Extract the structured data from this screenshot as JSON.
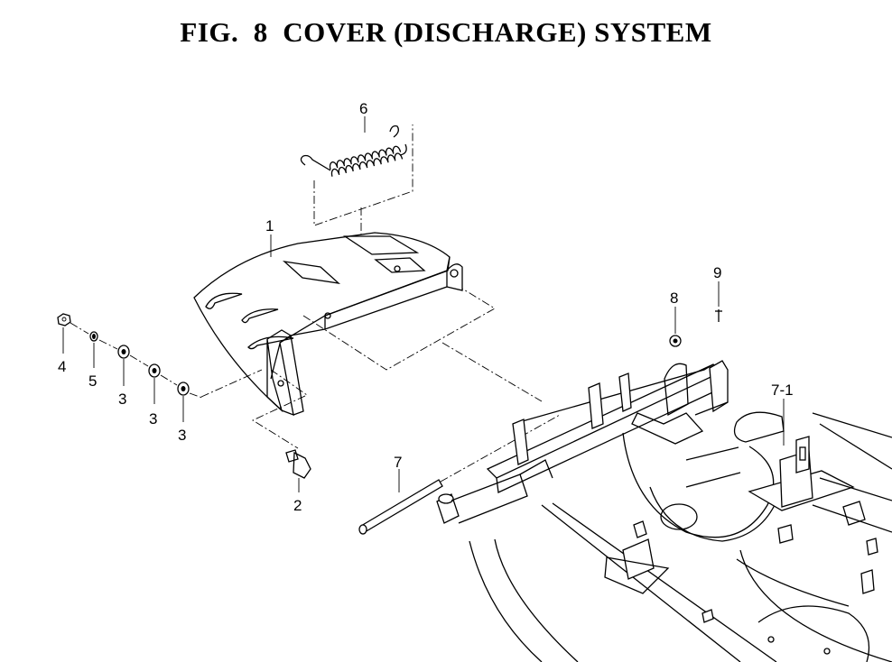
{
  "figure": {
    "title": "FIG.  8  COVER (DISCHARGE) SYSTEM"
  },
  "callouts": {
    "c1": "1",
    "c2": "2",
    "c3a": "3",
    "c3b": "3",
    "c3c": "3",
    "c4": "4",
    "c5": "5",
    "c6": "6",
    "c7": "7",
    "c7_1": "7-1",
    "c8": "8",
    "c9": "9"
  }
}
